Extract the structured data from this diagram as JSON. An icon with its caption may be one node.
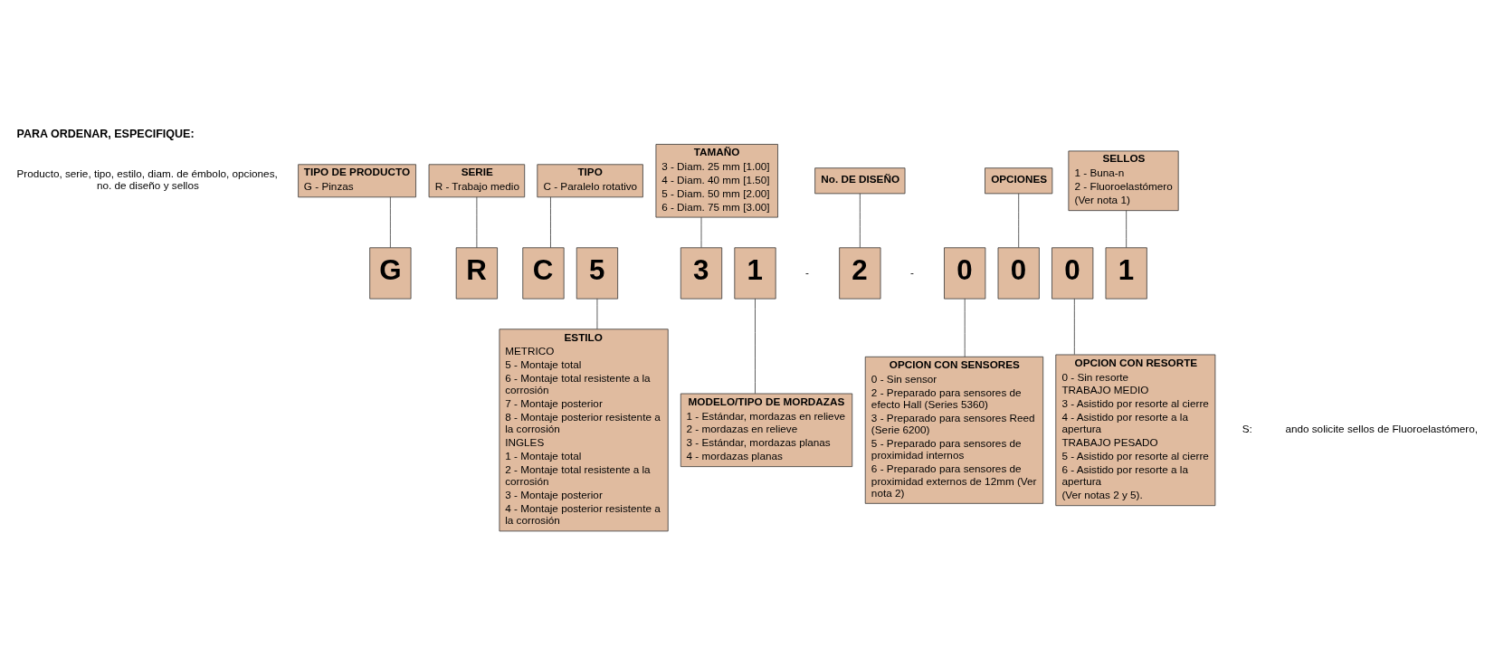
{
  "diagram": {
    "title": "PARA ORDENAR, ESPECIFIQUE:",
    "nodes": [
      {
        "text": [
          "TIPO DE PRODUCTO",
          "G - Pinzas"
        ]
      },
      {
        "text": [
          "SERIE",
          "R - Trabajo medio"
        ]
      },
      {
        "text": [
          "TIPO",
          "C - Paralelo rotativo"
        ]
      },
      {
        "text": [
          "TAMAÑO",
          "3 - Diam. 25 mm [1.00]",
          "4 - Diam. 40 mm [1.50]",
          "5 - Diam. 50 mm [2.00]",
          "6 - Diam. 75 mm [3.00]"
        ]
      },
      {
        "text": [
          "No. DE DISEÑO"
        ]
      },
      {
        "text": [
          "OPCIONES"
        ]
      },
      {
        "text": [
          "SELLOS",
          "1 - Buna-n",
          "2 - Fluoroelastómero",
          "(Ver nota 1)"
        ]
      },
      {
        "text": [
          "G"
        ]
      },
      {
        "text": [
          "R"
        ]
      },
      {
        "text": [
          "C"
        ]
      },
      {
        "text": [
          "5"
        ]
      },
      {
        "text": [
          "3"
        ]
      },
      {
        "text": [
          "1"
        ]
      },
      {
        "text": [
          "2"
        ]
      },
      {
        "text": [
          "0"
        ]
      },
      {
        "text": [
          "0"
        ]
      },
      {
        "text": [
          "0"
        ]
      },
      {
        "text": [
          "1"
        ]
      },
      {
        "text": [
          "ESTILO",
          "METRICO",
          "5 - Montaje total",
          "6 - Montaje total resistente a la corrosión",
          "7 - Montaje posterior",
          "8 - Montaje posterior resistente a la corrosión",
          "INGLES",
          "1 - Montaje total",
          "2 - Montaje total resistente a la corrosión",
          "3 - Montaje posterior",
          "4 - Montaje posterior resistente a la corrosión"
        ]
      },
      {
        "text": [
          "MODELO/TIPO DE MORDAZAS",
          "1 - Estándar, mordazas en relieve",
          "2 - mordazas en relieve",
          "3 - Estándar, mordazas planas",
          "4 - mordazas planas"
        ]
      },
      {
        "text": [
          "OPCION CON SENSORES",
          "0 - Sin sensor",
          "2 - Preparado para sensores de efecto Hall (Series 5360)",
          "3 - Preparado para sensores Reed (Serie 6200)",
          "5 - Preparado para sensores de proximidad internos",
          "6 - Preparado para sensores de proximidad externos de 12mm (Ver nota 2)"
        ]
      },
      {
        "text": [
          "OPCION CON RESORTE",
          "0 - Sin resorte",
          "TRABAJO MEDIO",
          "3 - Asistido por resorte al cierre",
          "4 - Asistido por resorte a la apertura",
          "TRABAJO PESADO",
          "5 - Asistido por resorte al cierre",
          "6 - Asistido por resorte a la apertura",
          "(Ver notas 2 y 5)."
        ]
      }
    ],
    "edges": [
      {
        "from": 0,
        "to": 7,
        "arrow": "none"
      },
      {
        "from": 1,
        "to": 8,
        "arrow": "none"
      },
      {
        "from": 2,
        "to": 9,
        "arrow": "none"
      },
      {
        "from": 3,
        "to": 11,
        "arrow": "none"
      },
      {
        "from": 4,
        "to": 13,
        "arrow": "none"
      },
      {
        "from": 5,
        "to": 15,
        "arrow": "none"
      },
      {
        "from": 6,
        "to": 17,
        "arrow": "none"
      },
      {
        "from": 10,
        "to": 18,
        "arrow": "none"
      },
      {
        "from": 12,
        "to": 19,
        "arrow": "none"
      },
      {
        "from": 14,
        "to": 20,
        "arrow": "none"
      },
      {
        "from": 16,
        "to": 21,
        "arrow": "none"
      }
    ],
    "labels": [
      "Producto, serie, tipo, estilo, diam. de émbolo, opciones, no. de diseño y sellos",
      "-",
      "-",
      "S:",
      "ando solicite sellos de Fluoroelastómero,"
    ]
  }
}
